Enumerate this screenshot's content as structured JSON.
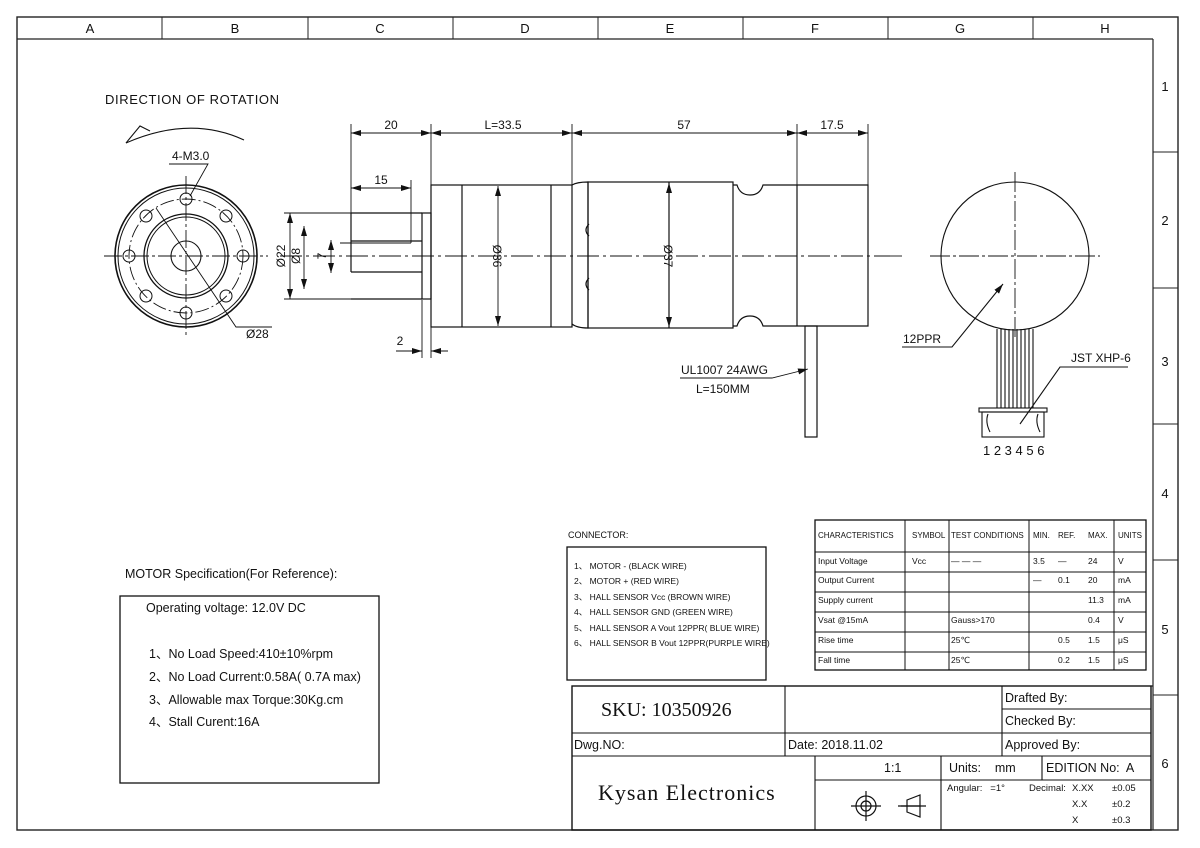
{
  "frame": {
    "columns": [
      "A",
      "B",
      "C",
      "D",
      "E",
      "F",
      "G",
      "H"
    ],
    "rows": [
      "1",
      "2",
      "3",
      "4",
      "5",
      "6"
    ]
  },
  "rotation": {
    "label": "DIRECTION OF ROTATION"
  },
  "front_view": {
    "holes_label": "4-M3.0",
    "outer_diameter_label": "Ø28",
    "pilot_diameter_label": "Ø22"
  },
  "side_view": {
    "dims": {
      "shaft_length": "20",
      "gearbox_length": "L=33.5",
      "motor_length": "57",
      "encoder_length": "17.5",
      "key_length": "15",
      "flange_thickness": "2",
      "shaft_diameter": "Ø8",
      "flat": "7",
      "gearbox_diameter": "Ø36",
      "motor_diameter": "Ø37"
    },
    "wire_label_1": "UL1007 24AWG",
    "wire_label_2": "L=150MM"
  },
  "rear_view": {
    "encoder_label": "12PPR",
    "connector_label": "JST XHP-6",
    "pin_numbers": "1 2 3 4 5 6"
  },
  "motor_spec": {
    "title": "MOTOR Specification(For Reference):",
    "operating_voltage": "Operating voltage: 12.0V DC",
    "items": [
      "1、No Load Speed:410±10%rpm",
      "2、No Load Current:0.58A( 0.7A max)",
      "3、Allowable max Torque:30Kg.cm",
      "4、Stall Curent:16A"
    ]
  },
  "connector": {
    "title": "CONNECTOR:",
    "pins": [
      "1、 MOTOR - (BLACK WIRE)",
      "2、 MOTOR + (RED WIRE)",
      "3、 HALL SENSOR Vcc (BROWN WIRE)",
      "4、 HALL SENSOR GND (GREEN WIRE)",
      "5、 HALL SENSOR A Vout 12PPR( BLUE WIRE)",
      "6、 HALL SENSOR B Vout 12PPR(PURPLE WIRE)"
    ]
  },
  "characteristics": {
    "headers": [
      "CHARACTERISTICS",
      "SYMBOL",
      "TEST CONDITIONS",
      "MIN.",
      "REF.",
      "MAX.",
      "UNITS"
    ],
    "rows": [
      [
        "Input Voltage",
        "Vcc",
        "—  —  —",
        "3.5",
        "—",
        "24",
        "V"
      ],
      [
        "Output Current",
        "",
        "",
        "—",
        "0.1",
        "20",
        "mA"
      ],
      [
        "Supply current",
        "",
        "",
        "",
        "",
        "11.3",
        "mA"
      ],
      [
        "Vsat @15mA",
        "",
        "Gauss>170",
        "",
        "",
        "0.4",
        "V"
      ],
      [
        "Rise time",
        "",
        "25℃",
        "",
        "0.5",
        "1.5",
        "μS"
      ],
      [
        "Fall time",
        "",
        "25℃",
        "",
        "0.2",
        "1.5",
        "μS"
      ]
    ]
  },
  "title_block": {
    "sku": "SKU: 10350926",
    "dwg_no": "Dwg.NO:",
    "date": "Date: 2018.11.02",
    "drafted_by": "Drafted By:",
    "checked_by": "Checked By:",
    "approved_by": "Approved By:",
    "company": "Kysan Electronics",
    "scale": "1:1",
    "units": "Units:    mm",
    "edition": "EDITION No:  A",
    "angular": "Angular:   =1°",
    "decimal_label": "Decimal:",
    "tolerances": [
      {
        "format": "X.XX",
        "value": "±0.05"
      },
      {
        "format": "X.X",
        "value": "±0.2"
      },
      {
        "format": "X",
        "value": "±0.3"
      }
    ]
  }
}
